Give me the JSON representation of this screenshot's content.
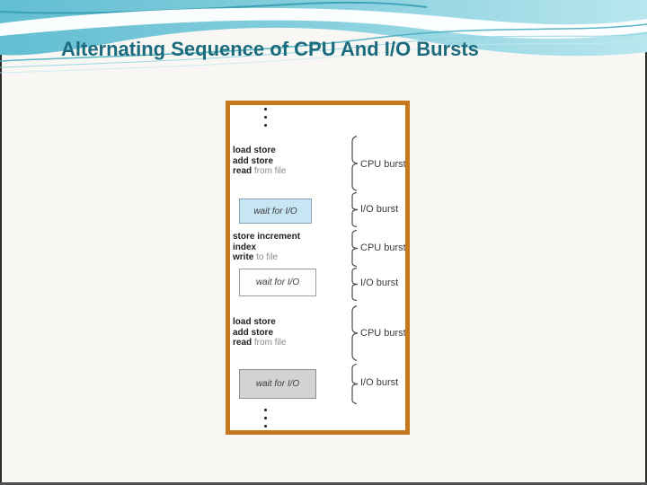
{
  "slide": {
    "title": "Alternating Sequence of CPU And I/O Bursts"
  },
  "colors": {
    "accent_teal": "#5fbcd0",
    "accent_teal_light": "#b9e6ee",
    "accent_teal_line": "#2f9aae",
    "title_text": "#1b6b7d",
    "frame_border": "#c4791f",
    "wait_box_blue": "#c7e5f3",
    "wait_box_gray": "#d3d3d2"
  },
  "diagram": {
    "code_blocks": [
      {
        "lines": [
          {
            "b": "load store",
            "n": ""
          },
          {
            "b": "add store",
            "n": ""
          },
          {
            "b": "read",
            "n": " from file"
          }
        ]
      },
      {
        "lines": [
          {
            "b": "store increment",
            "n": ""
          },
          {
            "b": "index",
            "n": ""
          },
          {
            "b": "write",
            "n": " to file"
          }
        ]
      },
      {
        "lines": [
          {
            "b": "load store",
            "n": ""
          },
          {
            "b": "add store",
            "n": ""
          },
          {
            "b": "read",
            "n": " from file"
          }
        ]
      }
    ],
    "wait_boxes": [
      {
        "label": "wait for I/O",
        "variant": "blue"
      },
      {
        "label": "wait for I/O",
        "variant": "white"
      },
      {
        "label": "wait for I/O",
        "variant": "gray"
      }
    ],
    "burst_labels": [
      "CPU burst",
      "I/O burst",
      "CPU burst",
      "I/O burst",
      "CPU burst",
      "I/O burst"
    ]
  }
}
